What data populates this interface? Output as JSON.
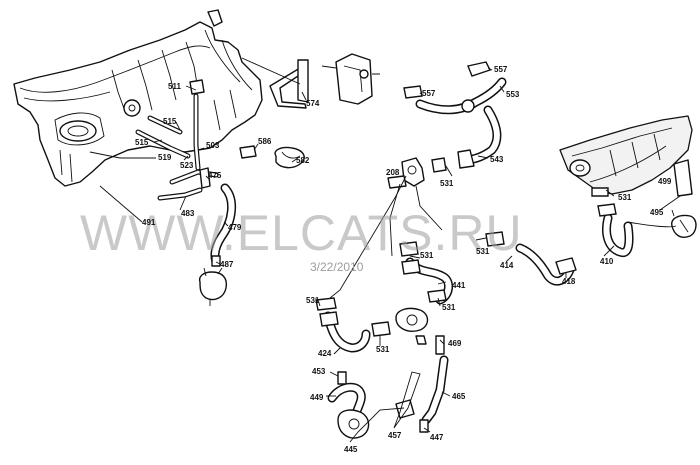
{
  "watermark": "WWW.ELCATS.RU",
  "date_stamp": "3/22/2010",
  "callouts": {
    "c511": "511",
    "c515a": "515",
    "c515b": "515",
    "c519": "519",
    "c523": "523",
    "c503": "503",
    "c574": "574",
    "c586": "586",
    "c582": "582",
    "c475": "475",
    "c483": "483",
    "c491": "491",
    "c479": "479",
    "c487": "487",
    "c557a": "557",
    "c557b": "557",
    "c553": "553",
    "c543": "543",
    "c208": "208",
    "c531a": "531",
    "c531b": "531",
    "c531c": "531",
    "c531d": "531",
    "c531e": "531",
    "c531f": "531",
    "c531g": "531",
    "c499": "499",
    "c495": "495",
    "c410": "410",
    "c418": "418",
    "c414": "414",
    "c441": "441",
    "c424": "424",
    "c469": "469",
    "c453": "453",
    "c449": "449",
    "c465": "465",
    "c457": "457",
    "c447": "447",
    "c445": "445"
  }
}
